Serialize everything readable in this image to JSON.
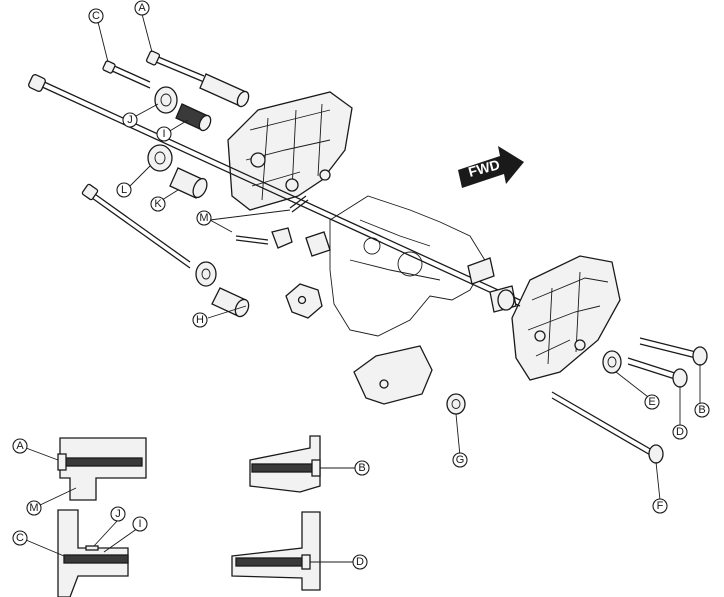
{
  "direction_label": "FWD",
  "callouts": {
    "A": "A",
    "B": "B",
    "C": "C",
    "D": "D",
    "E": "E",
    "F": "F",
    "G": "G",
    "H": "H",
    "I": "I",
    "J": "J",
    "K": "K",
    "L": "L",
    "M": "M"
  }
}
